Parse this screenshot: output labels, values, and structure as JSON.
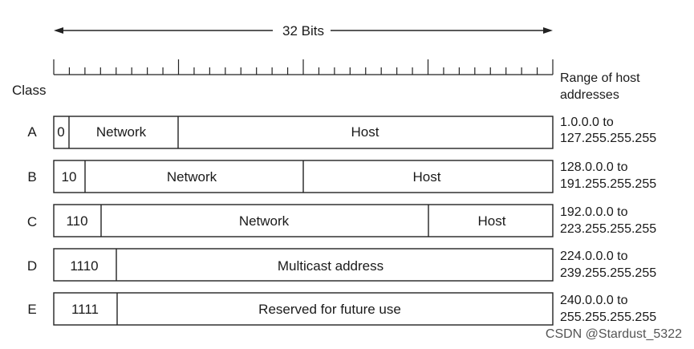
{
  "title": "32 Bits",
  "column_header_class": "Class",
  "column_header_range": [
    "Range of host",
    "addresses"
  ],
  "rows": [
    {
      "class": "A",
      "prefix": "0",
      "segments": [
        "Network",
        "Host"
      ],
      "range": [
        "1.0.0.0 to",
        "127.255.255.255"
      ]
    },
    {
      "class": "B",
      "prefix": "10",
      "segments": [
        "Network",
        "Host"
      ],
      "range": [
        "128.0.0.0 to",
        "191.255.255.255"
      ]
    },
    {
      "class": "C",
      "prefix": "110",
      "segments": [
        "Network",
        "Host"
      ],
      "range": [
        "192.0.0.0 to",
        "223.255.255.255"
      ]
    },
    {
      "class": "D",
      "prefix": "1110",
      "segments": [
        "Multicast address"
      ],
      "range": [
        "224.0.0.0 to",
        "239.255.255.255"
      ]
    },
    {
      "class": "E",
      "prefix": "1111",
      "segments": [
        "Reserved for future use"
      ],
      "range": [
        "240.0.0.0 to",
        "255.255.255.255"
      ]
    }
  ],
  "watermark": "CSDN @Stardust_5322"
}
